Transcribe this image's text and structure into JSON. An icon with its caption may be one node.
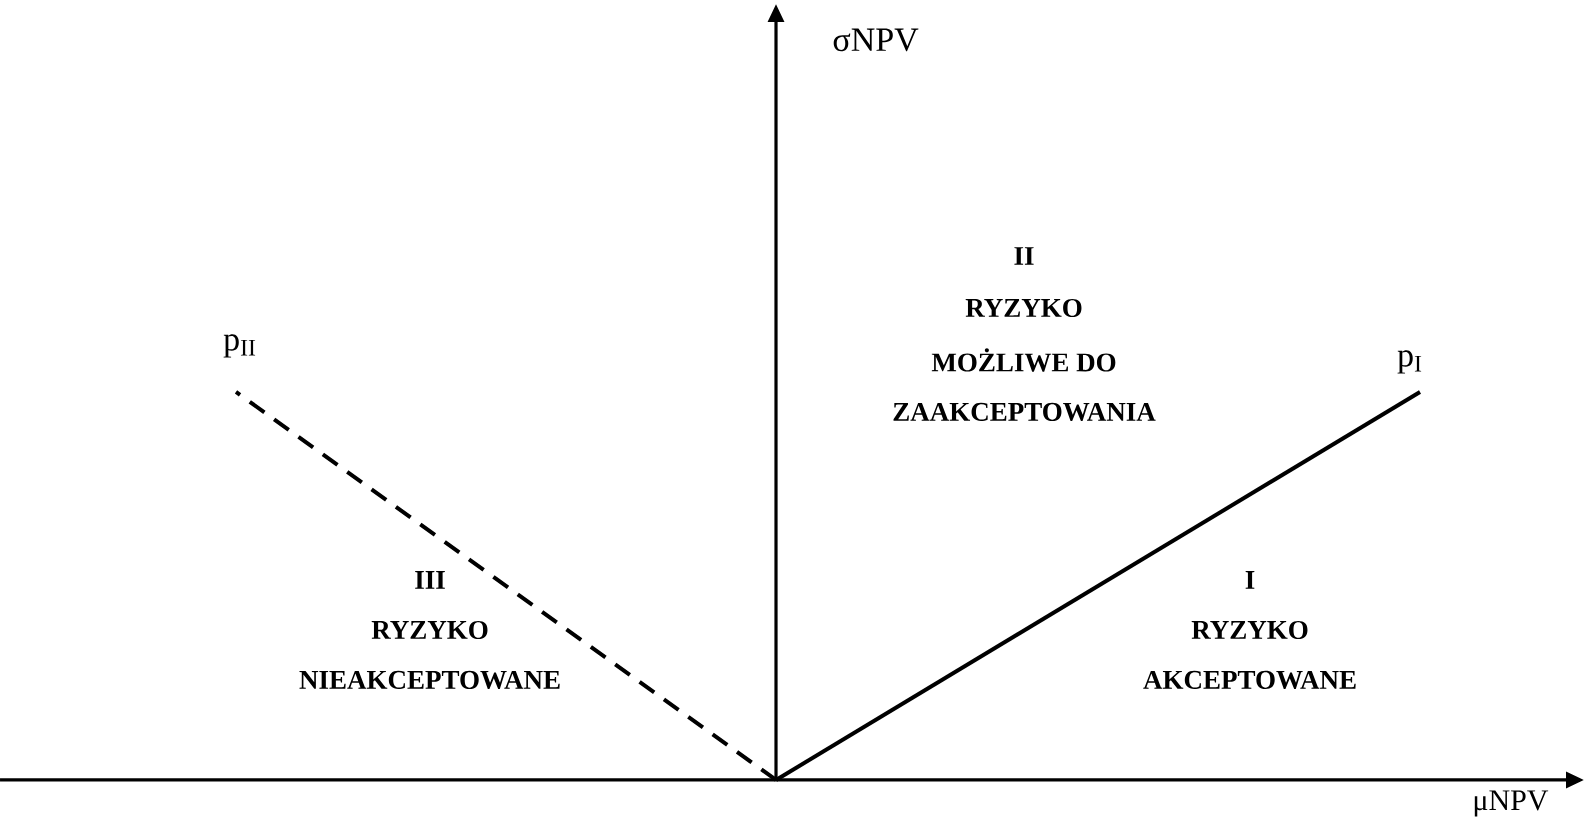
{
  "diagram": {
    "labels": [
      "σNPV",
      "II",
      "RYZYKO",
      "MOŻLIWE DO",
      "ZAAKCEPTOWANIA",
      "p$_{II}$",
      "p$_{I}$",
      "III",
      "RYZYKO",
      "NIEAKCEPTOWANE",
      "I",
      "RYZYKO",
      "AKCEPTOWANE",
      "μNPV"
    ]
  }
}
